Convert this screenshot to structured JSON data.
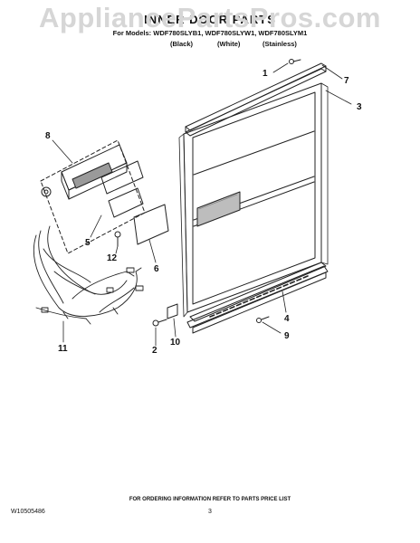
{
  "watermark": "AppliancePartsPros.com",
  "title": "INNER DOOR PARTS",
  "models_line": "For Models: WDF780SLYB1, WDF780SLYW1, WDF780SLYM1",
  "color_labels": {
    "black": "(Black)",
    "white": "(White)",
    "stainless": "(Stainless)"
  },
  "callouts": {
    "c1": "1",
    "c2": "2",
    "c3": "3",
    "c4": "4",
    "c5": "5",
    "c6": "6",
    "c7": "7",
    "c8": "8",
    "c9": "9",
    "c10": "10",
    "c11": "11",
    "c12": "12"
  },
  "footer_note": "FOR ORDERING INFORMATION REFER TO PARTS PRICE LIST",
  "doc_number": "W10505486",
  "page_number": "3",
  "colors": {
    "line": "#222222",
    "watermark": "#d6d6d6"
  }
}
